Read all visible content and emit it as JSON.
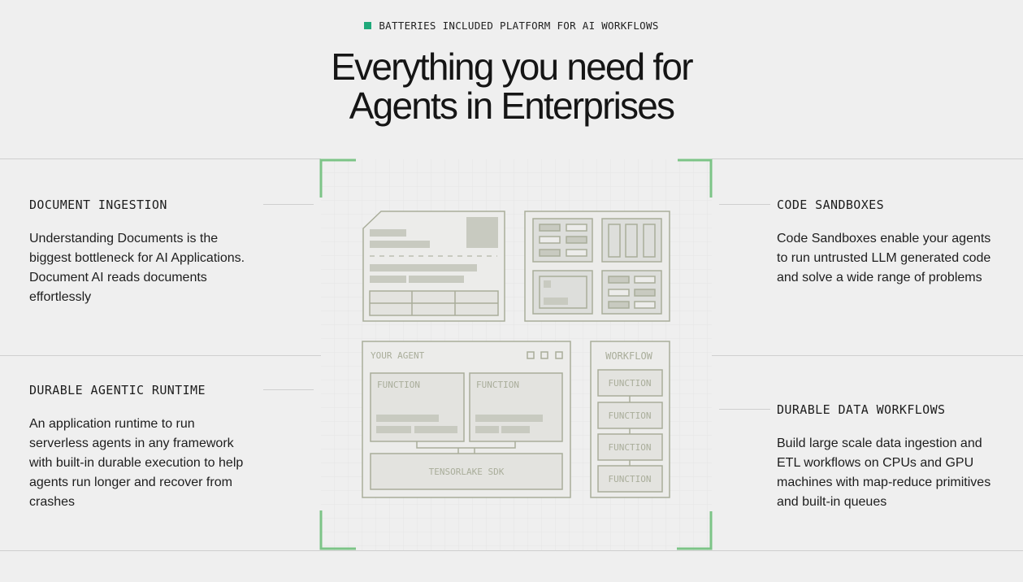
{
  "eyebrow": "BATTERIES INCLUDED PLATFORM FOR AI WORKFLOWS",
  "headline": {
    "line1": "Everything you need for",
    "line2": "Agents in Enterprises"
  },
  "features": [
    {
      "title": "DOCUMENT INGESTION",
      "description": "Understanding Documents is the biggest bottleneck for AI Applications. Document AI reads documents effortlessly"
    },
    {
      "title": "DURABLE AGENTIC RUNTIME",
      "description": "An application runtime to run serverless agents in any framework with built-in durable execution to help agents run longer and recover from crashes"
    },
    {
      "title": "CODE SANDBOXES",
      "description": "Code Sandboxes enable your agents to run untrusted LLM generated code and solve a wide range of problems"
    },
    {
      "title": "DURABLE DATA WORKFLOWS",
      "description": "Build large scale data ingestion and ETL workflows on CPUs and GPU machines with map-reduce primitives and built-in queues"
    }
  ],
  "diagram": {
    "agent_label": "YOUR AGENT",
    "function_label": "FUNCTION",
    "sdk_label": "TENSORLAKE SDK",
    "workflow_label": "WORKFLOW",
    "workflow_functions": [
      "FUNCTION",
      "FUNCTION",
      "FUNCTION",
      "FUNCTION"
    ]
  },
  "colors": {
    "accent": "#1fa97a",
    "bracket": "#7cc487",
    "stroke": "#a9ad9a"
  }
}
